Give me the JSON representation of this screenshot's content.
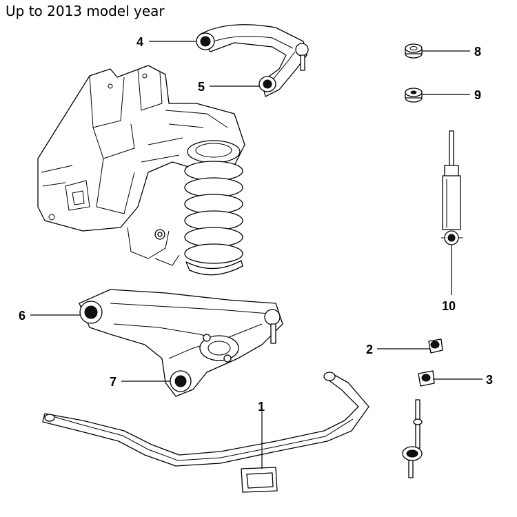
{
  "title": "Up to 2013 model year",
  "callouts": [
    {
      "id": "1",
      "label": "1"
    },
    {
      "id": "2",
      "label": "2"
    },
    {
      "id": "3",
      "label": "3"
    },
    {
      "id": "4",
      "label": "4"
    },
    {
      "id": "5",
      "label": "5"
    },
    {
      "id": "6",
      "label": "6"
    },
    {
      "id": "7",
      "label": "7"
    },
    {
      "id": "8",
      "label": "8"
    },
    {
      "id": "9",
      "label": "9"
    },
    {
      "id": "10",
      "label": "10"
    }
  ]
}
